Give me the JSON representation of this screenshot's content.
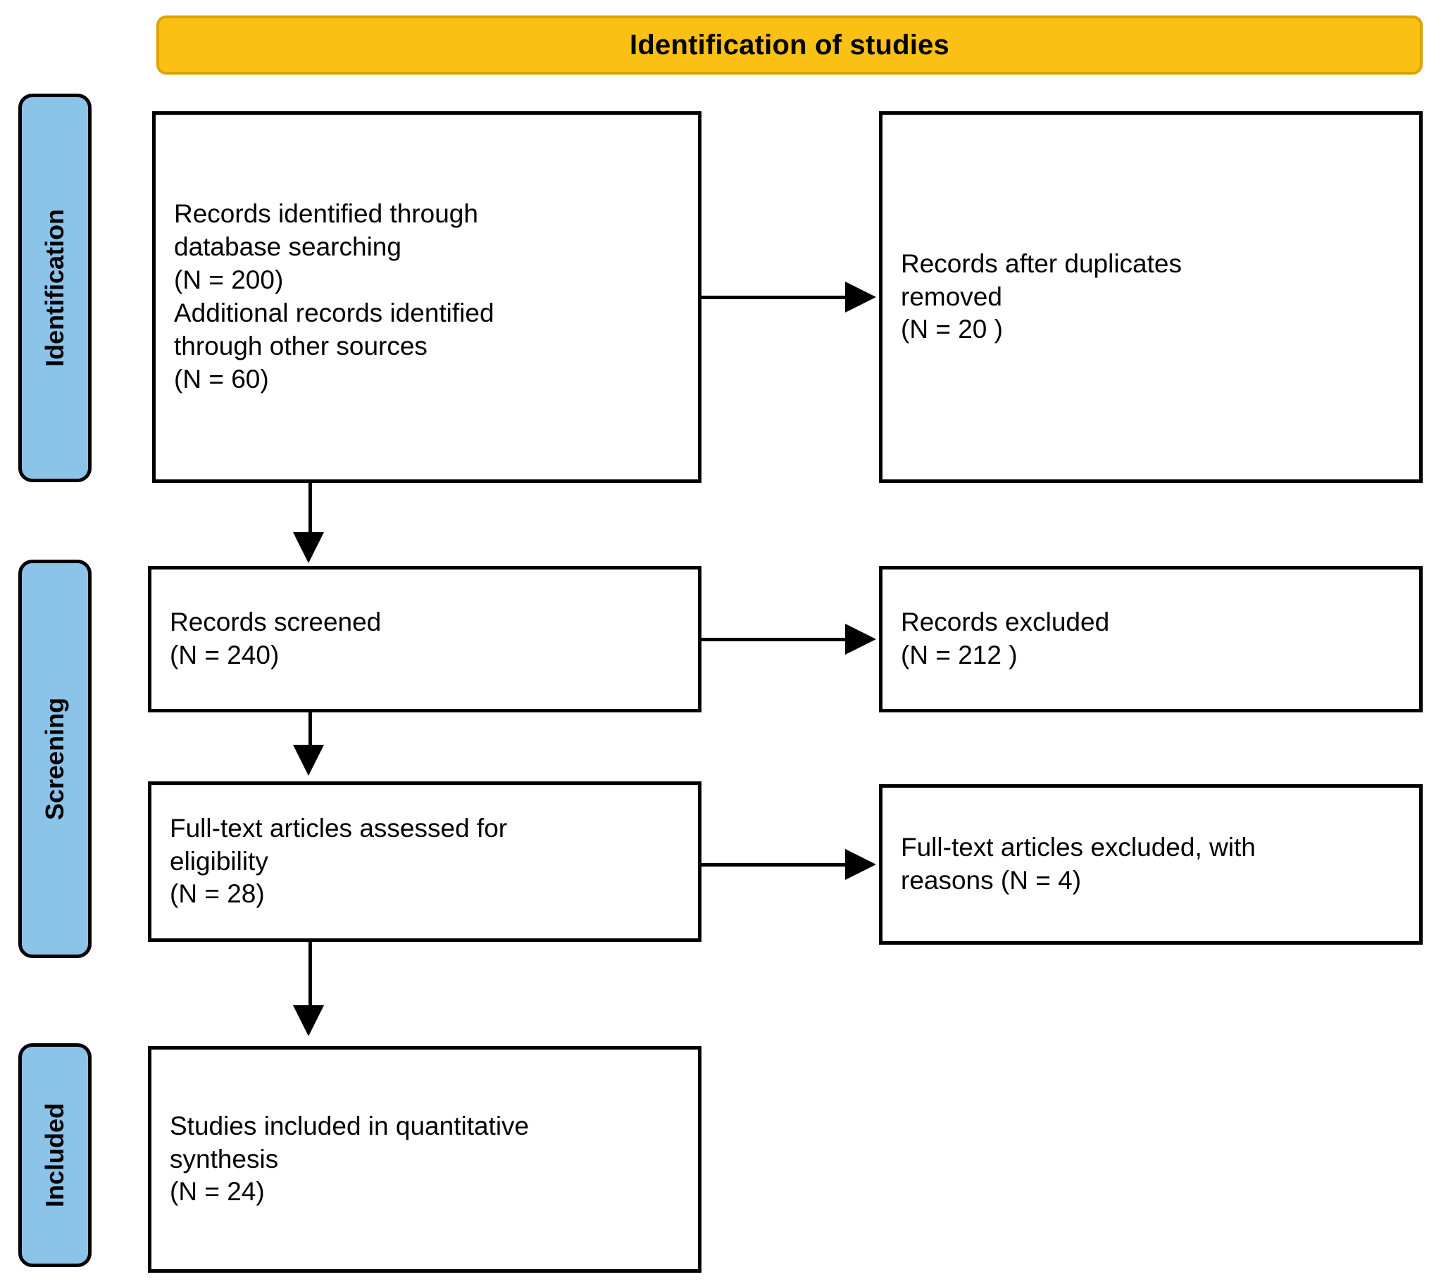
{
  "diagram": {
    "title": "Identification of studies",
    "colors": {
      "banner_fill": "#fbc014",
      "banner_border": "#e0a200",
      "rail_fill": "#8cc3e8",
      "box_border": "#000000",
      "box_fill": "#ffffff",
      "text": "#000000"
    }
  },
  "stages": [
    {
      "id": "identification",
      "label": "Identification"
    },
    {
      "id": "screening",
      "label": "Screening"
    },
    {
      "id": "included",
      "label": "Included"
    }
  ],
  "boxes": {
    "identified": {
      "text": "Records identified through\ndatabase searching\n(N = 200)\nAdditional records identified\nthrough other sources\n(N = 60)",
      "counts": {
        "database_searching": 200,
        "other_sources": 60
      }
    },
    "duplicates_removed": {
      "text": "Records after duplicates\nremoved\n(N = 20 )",
      "counts": {
        "after_duplicates": 20
      }
    },
    "screened": {
      "text": "Records screened\n(N = 240)",
      "counts": {
        "screened": 240
      }
    },
    "excluded": {
      "text": "Records excluded\n(N = 212 )",
      "counts": {
        "excluded": 212
      }
    },
    "fulltext_assessed": {
      "text": "Full-text articles assessed for\neligibility\n(N = 28)",
      "counts": {
        "assessed": 28
      }
    },
    "fulltext_excluded": {
      "text": "Full-text articles excluded, with\nreasons (N = 4)",
      "counts": {
        "excluded_with_reasons": 4
      }
    },
    "included": {
      "text": "Studies included in quantitative\nsynthesis\n(N =  24)",
      "counts": {
        "included": 24
      }
    }
  }
}
